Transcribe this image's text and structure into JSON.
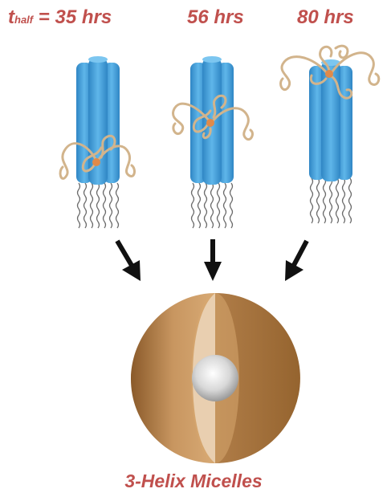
{
  "labels": {
    "t_symbol": "t",
    "t_subscript": "half",
    "half_life_1": "= 35 hrs",
    "half_life_2": "56 hrs",
    "half_life_3": "80 hrs"
  },
  "caption": "3-Helix Micelles",
  "colors": {
    "label_red": "#c0504d",
    "helix_blue": "#3a9bd5",
    "peg_tan": "#d2b48c",
    "core_gray": "#cccccc",
    "shell_bronze": "#a8743f"
  }
}
